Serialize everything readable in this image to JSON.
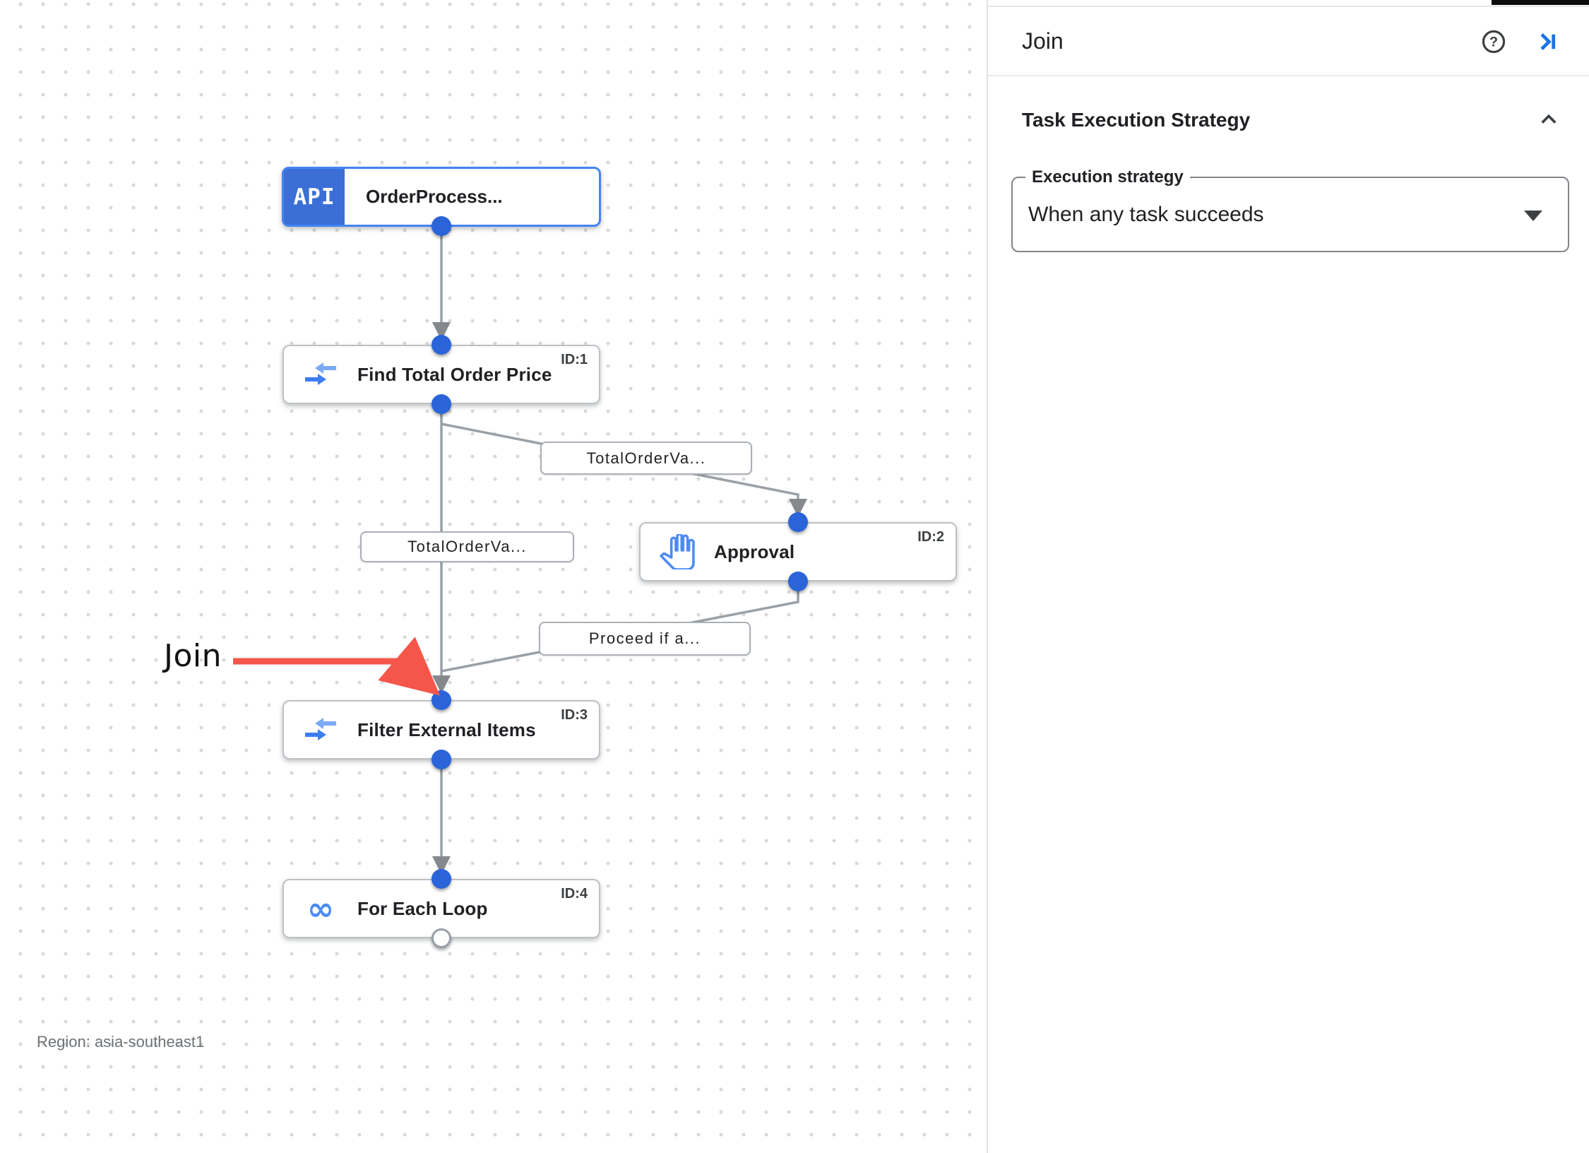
{
  "panel": {
    "title": "Join",
    "help_icon": "help-icon",
    "collapse_icon": "collapse-panel-icon",
    "section": {
      "title": "Task Execution Strategy",
      "collapse_icon": "chevron-up-icon"
    },
    "execution_strategy_field": {
      "label": "Execution strategy",
      "value": "When any task succeeds",
      "dropdown_icon": "caret-down-icon"
    }
  },
  "canvas": {
    "annotation": {
      "text": "Join",
      "arrow_color": "#f4564a"
    },
    "region_label": "Region: asia-southeast1",
    "nodes": [
      {
        "title": "OrderProcess...",
        "badge": "API",
        "icon": "api-badge",
        "id_label": ""
      },
      {
        "title": "Find Total Order Price",
        "icon": "merge-arrows-icon",
        "id_label": "ID:1"
      },
      {
        "title": "Approval",
        "icon": "hand-icon",
        "id_label": "ID:2"
      },
      {
        "title": "Filter External Items",
        "icon": "merge-arrows-icon",
        "id_label": "ID:3"
      },
      {
        "title": "For Each Loop",
        "icon": "infinity-icon",
        "id_label": "ID:4",
        "infinity_glyph": "∞"
      }
    ],
    "edge_labels": [
      {
        "text": "TotalOrderVa..."
      },
      {
        "text": "TotalOrderVa..."
      },
      {
        "text": "Proceed if a..."
      }
    ],
    "colors": {
      "node_border_gray": "#bdc1c6",
      "trigger_blue": "#3b6fd6",
      "trigger_border": "#4285f4",
      "edge_gray": "#9aa0a6",
      "arrowhead_gray": "#85898d",
      "dot_blue": "#2b64d9",
      "accent_blue": "#1a73e8",
      "annotation_red": "#f4564a"
    }
  }
}
